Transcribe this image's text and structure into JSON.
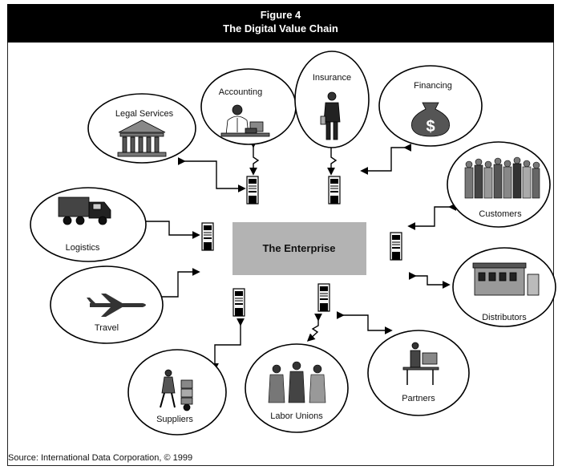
{
  "figure": {
    "number": "Figure 4",
    "title": "The Digital Value Chain"
  },
  "center": {
    "label": "The Enterprise"
  },
  "nodes": [
    {
      "key": "legal",
      "label": "Legal Services",
      "icon": "courthouse-icon"
    },
    {
      "key": "accounting",
      "label": "Accounting",
      "icon": "accountant-icon"
    },
    {
      "key": "insurance",
      "label": "Insurance",
      "icon": "businessman-icon"
    },
    {
      "key": "financing",
      "label": "Financing",
      "icon": "money-bag-icon"
    },
    {
      "key": "customers",
      "label": "Customers",
      "icon": "crowd-icon"
    },
    {
      "key": "distributors",
      "label": "Distributors",
      "icon": "storefront-icon"
    },
    {
      "key": "partners",
      "label": "Partners",
      "icon": "office-worker-icon"
    },
    {
      "key": "labor",
      "label": "Labor Unions",
      "icon": "group-icon"
    },
    {
      "key": "suppliers",
      "label": "Suppliers",
      "icon": "hand-truck-icon"
    },
    {
      "key": "travel",
      "label": "Travel",
      "icon": "airplane-icon"
    },
    {
      "key": "logistics",
      "label": "Logistics",
      "icon": "truck-icon"
    }
  ],
  "connector_icon": "server-terminal-icon",
  "source": "Source: International Data Corporation, © 1999"
}
